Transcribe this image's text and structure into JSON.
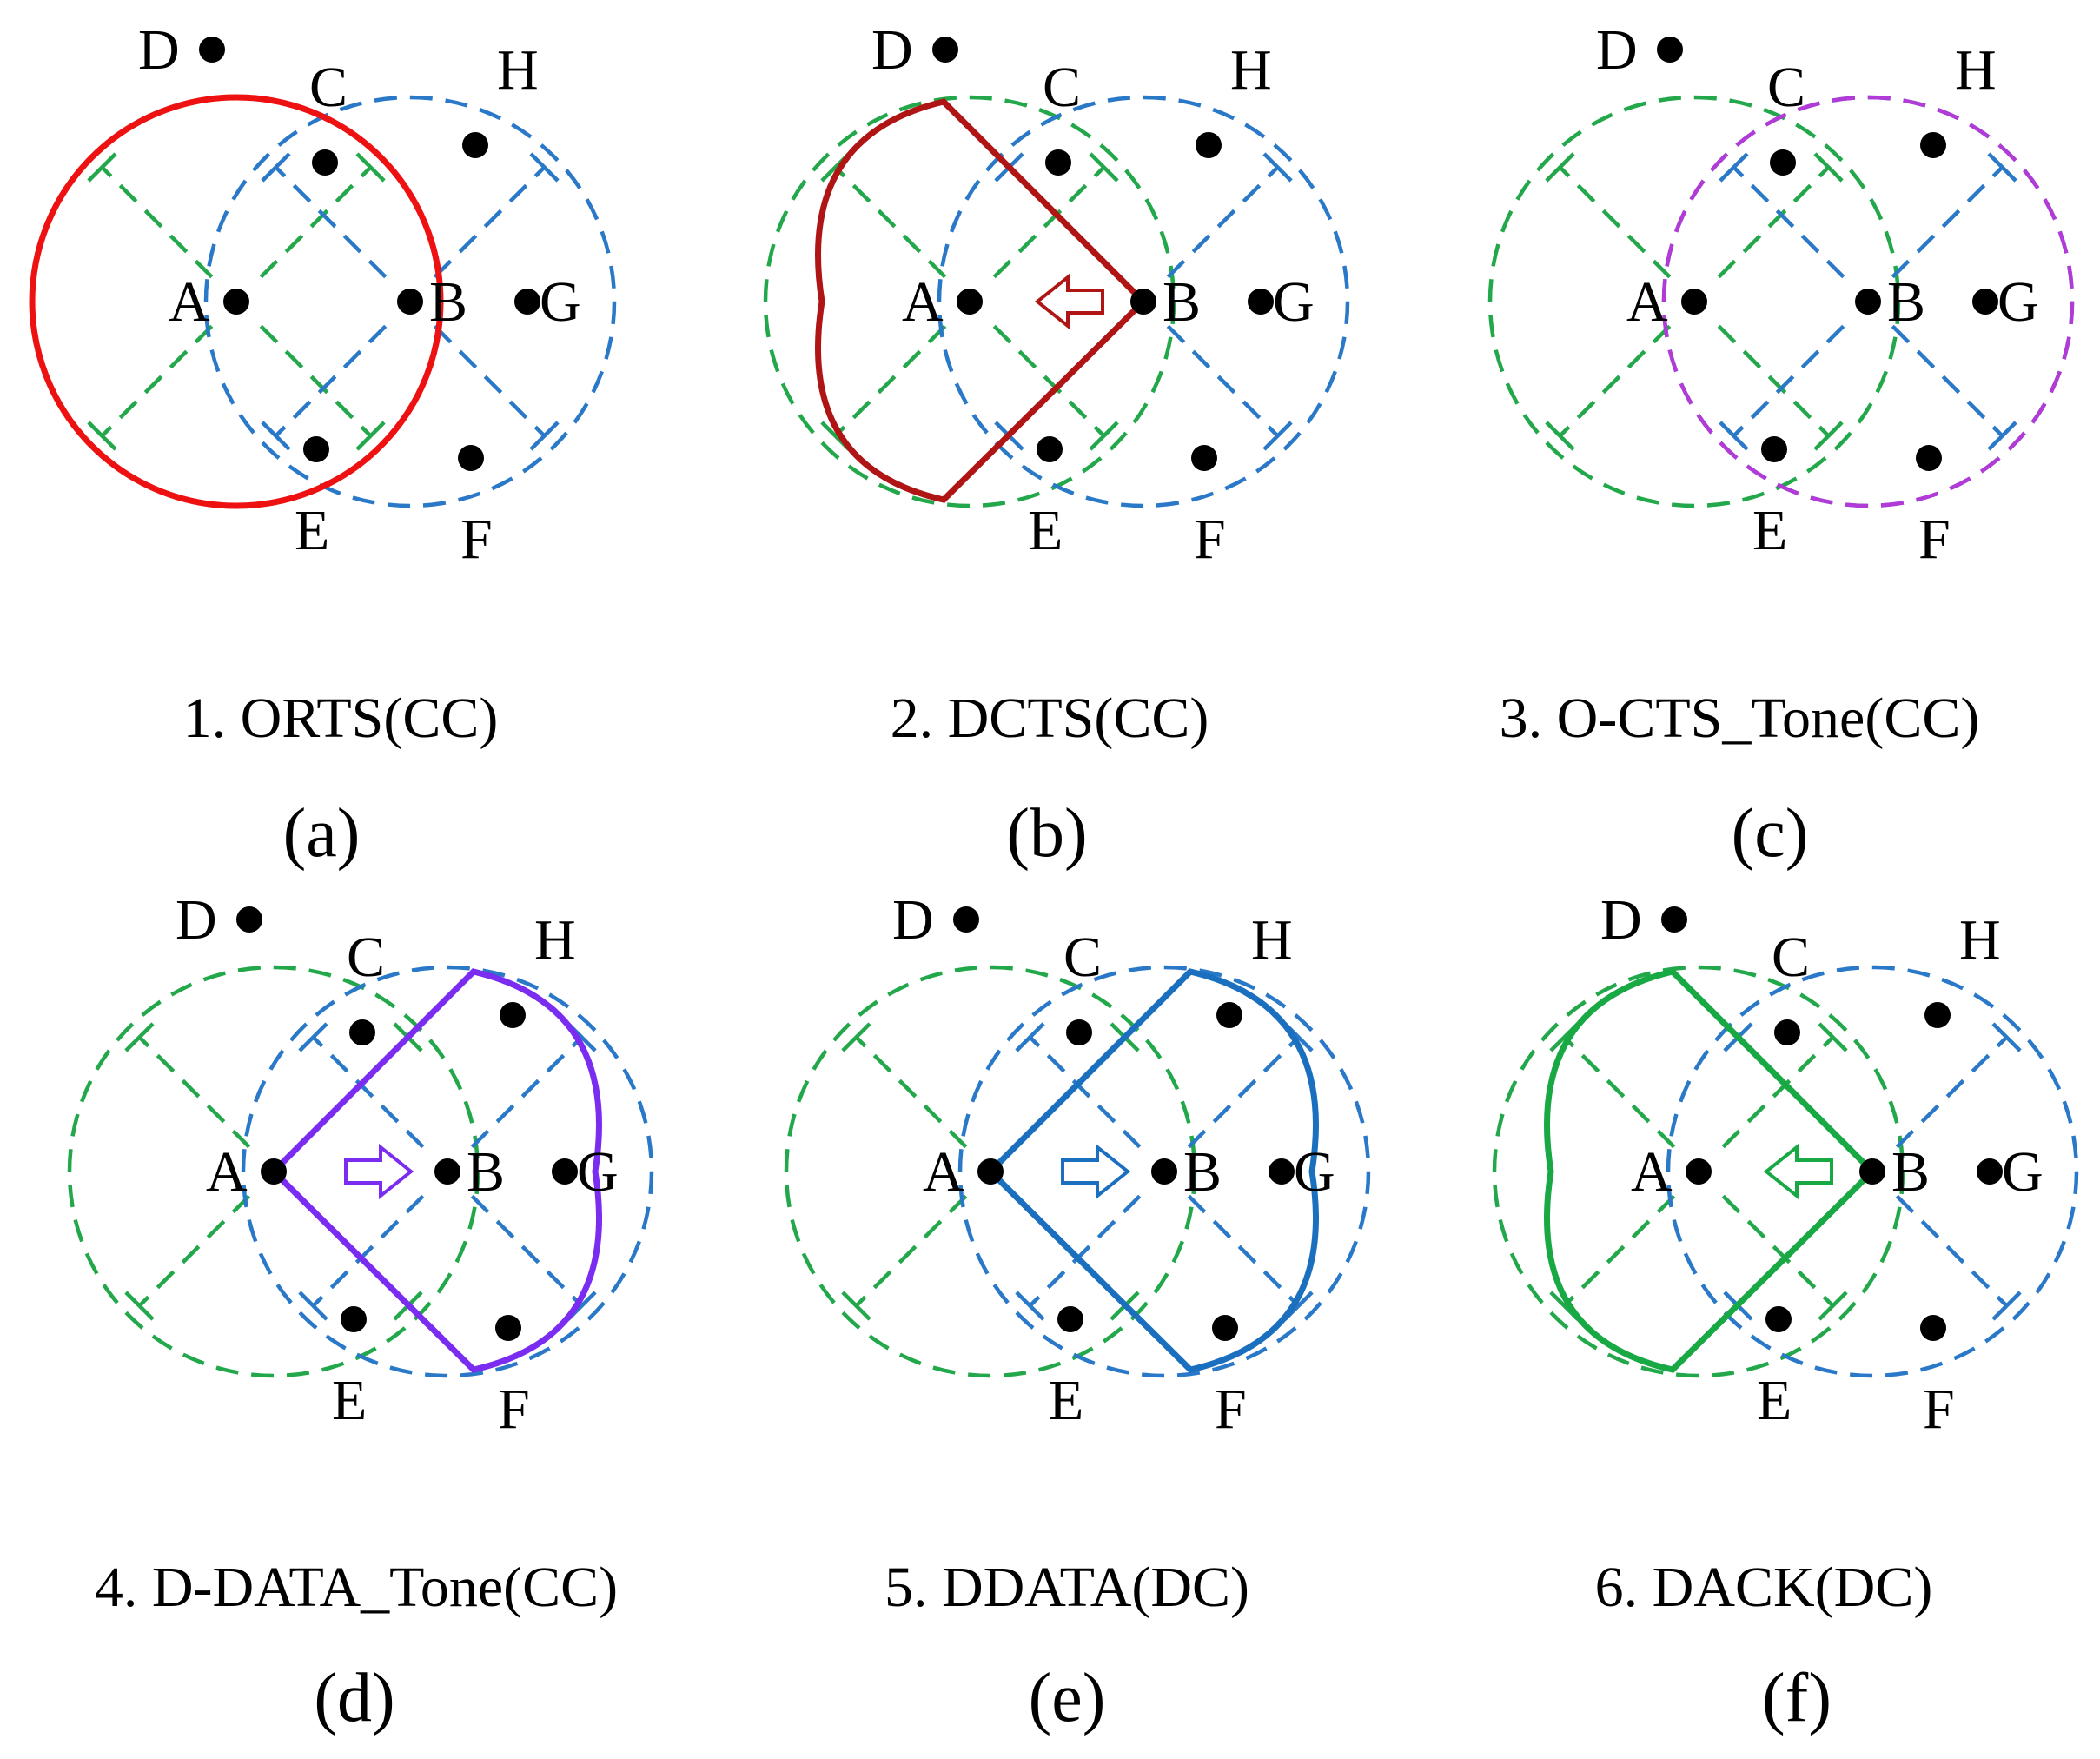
{
  "colors": {
    "green_dashed": "#22a84a",
    "blue_dashed": "#2a78c8",
    "red": "#ee1111",
    "dark_red": "#b01515",
    "purple": "#7a2cf0",
    "blue": "#1a6fbf",
    "green": "#18a844",
    "magenta_dashed": "#b23ad6"
  },
  "nodes": [
    "A",
    "B",
    "C",
    "D",
    "E",
    "F",
    "G",
    "H"
  ],
  "panels": [
    {
      "id": "a",
      "caption": "1. ORTS(CC)",
      "sublabel": "(a)",
      "highlight": "circle-A",
      "color": "red"
    },
    {
      "id": "b",
      "caption": "2. DCTS(CC)",
      "sublabel": "(b)",
      "highlight": "sector-from-B",
      "color": "dark_red",
      "arrow": "left"
    },
    {
      "id": "c",
      "caption": "3. O-CTS_Tone(CC)",
      "sublabel": "(c)",
      "highlight": "circle-B",
      "color": "magenta_dashed"
    },
    {
      "id": "d",
      "caption": "4. D-DATA_Tone(CC)",
      "sublabel": "(d)",
      "highlight": "sector-from-A",
      "color": "purple",
      "arrow": "right"
    },
    {
      "id": "e",
      "caption": "5. DDATA(DC)",
      "sublabel": "(e)",
      "highlight": "sector-from-A",
      "color": "blue",
      "arrow": "right"
    },
    {
      "id": "f",
      "caption": "6. DACK(DC)",
      "sublabel": "(f)",
      "highlight": "sector-from-B",
      "color": "green",
      "arrow": "left"
    }
  ]
}
